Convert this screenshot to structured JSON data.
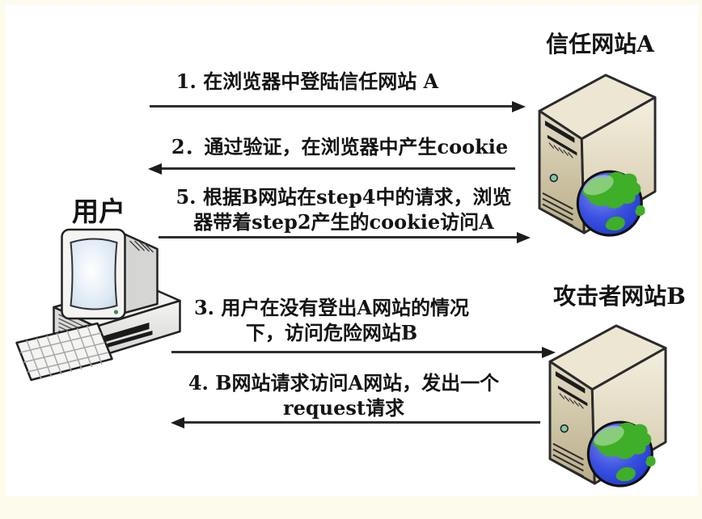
{
  "nodes": {
    "user": {
      "label": "用户"
    },
    "server_a": {
      "label": "信任网站A"
    },
    "server_b": {
      "label": "攻击者网站B"
    }
  },
  "steps": {
    "s1": {
      "line1": "1. 在浏览器中登陆信任网站 A",
      "direction": "right"
    },
    "s2": {
      "line1": "2．通过验证，在浏览器中产生cookie",
      "direction": "left"
    },
    "s5": {
      "line1": "5. 根据B网站在step4中的请求，浏览",
      "line2": "器带着step2产生的cookie访问A",
      "direction": "right"
    },
    "s3": {
      "line1": "3. 用户在没有登出A网站的情况",
      "line2": "下，访问危险网站B",
      "direction": "right"
    },
    "s4": {
      "line1": "4. B网站请求访问A网站，发出一个",
      "line2": "request请求",
      "direction": "left"
    }
  },
  "icons": {
    "user_computer": "desktop-computer-icon",
    "server_a": "server-tower-icon",
    "server_b": "server-tower-icon",
    "globe": "globe-icon",
    "arrow_right": "arrow-right-icon",
    "arrow_left": "arrow-left-icon"
  },
  "colors": {
    "frame": "#fdfcec",
    "canvas": "#ffffff",
    "text": "#141414",
    "arrow": "#2e2e2e",
    "server_front": "#ddd4b8",
    "server_side": "#efe9d8",
    "server_top": "#ece6d3",
    "globe_ocean": "#2f45d8",
    "globe_land": "#3fae28",
    "computer_gray": "#e9e9e7",
    "screen": "#dce8f4"
  }
}
